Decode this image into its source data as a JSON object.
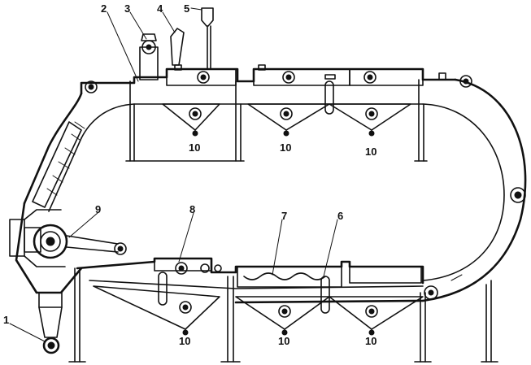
{
  "callouts": [
    {
      "id": "c1",
      "label": "1"
    },
    {
      "id": "c2",
      "label": "2"
    },
    {
      "id": "c3",
      "label": "3"
    },
    {
      "id": "c4",
      "label": "4"
    },
    {
      "id": "c5",
      "label": "5"
    },
    {
      "id": "c6",
      "label": "6"
    },
    {
      "id": "c7",
      "label": "7"
    },
    {
      "id": "c8",
      "label": "8"
    },
    {
      "id": "c9",
      "label": "9"
    }
  ],
  "hopper_labels": [
    "10",
    "10",
    "10",
    "10",
    "10",
    "10"
  ]
}
